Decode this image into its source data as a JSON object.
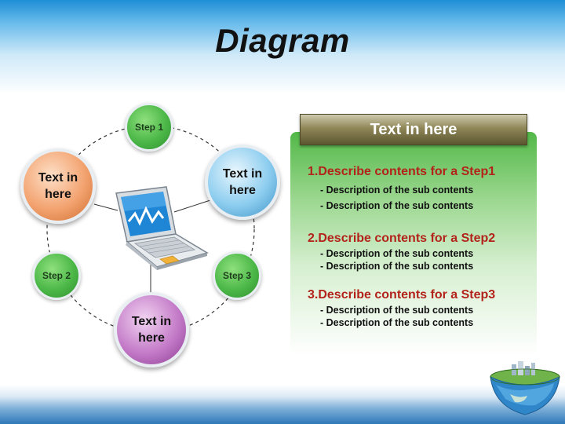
{
  "title": "Diagram",
  "diagram": {
    "node_top_left": "Text in here",
    "node_top_right": "Text in here",
    "node_bottom": "Text in here",
    "step1": "Step 1",
    "step2": "Step 2",
    "step3": "Step 3",
    "colors": {
      "orange": "#f3a370",
      "blue": "#8ccdef",
      "purple": "#c47bc8",
      "green": "#4cb848"
    }
  },
  "panel": {
    "header": "Text in here",
    "sections": [
      {
        "title": "1.Describe contents for a Step1",
        "items": [
          "- Description of the sub contents",
          "- Description of the sub contents"
        ]
      },
      {
        "title": "2.Describe contents for a Step2",
        "items": [
          "- Description of the sub contents",
          "- Description of the sub contents"
        ]
      },
      {
        "title": "3.Describe contents for a Step3",
        "items": [
          "- Description of the sub contents",
          "- Description of the sub contents"
        ]
      }
    ],
    "title_color": "#b3231b",
    "header_color": "#8f8758"
  },
  "icons": [
    "laptop-icon",
    "globe-icon"
  ]
}
